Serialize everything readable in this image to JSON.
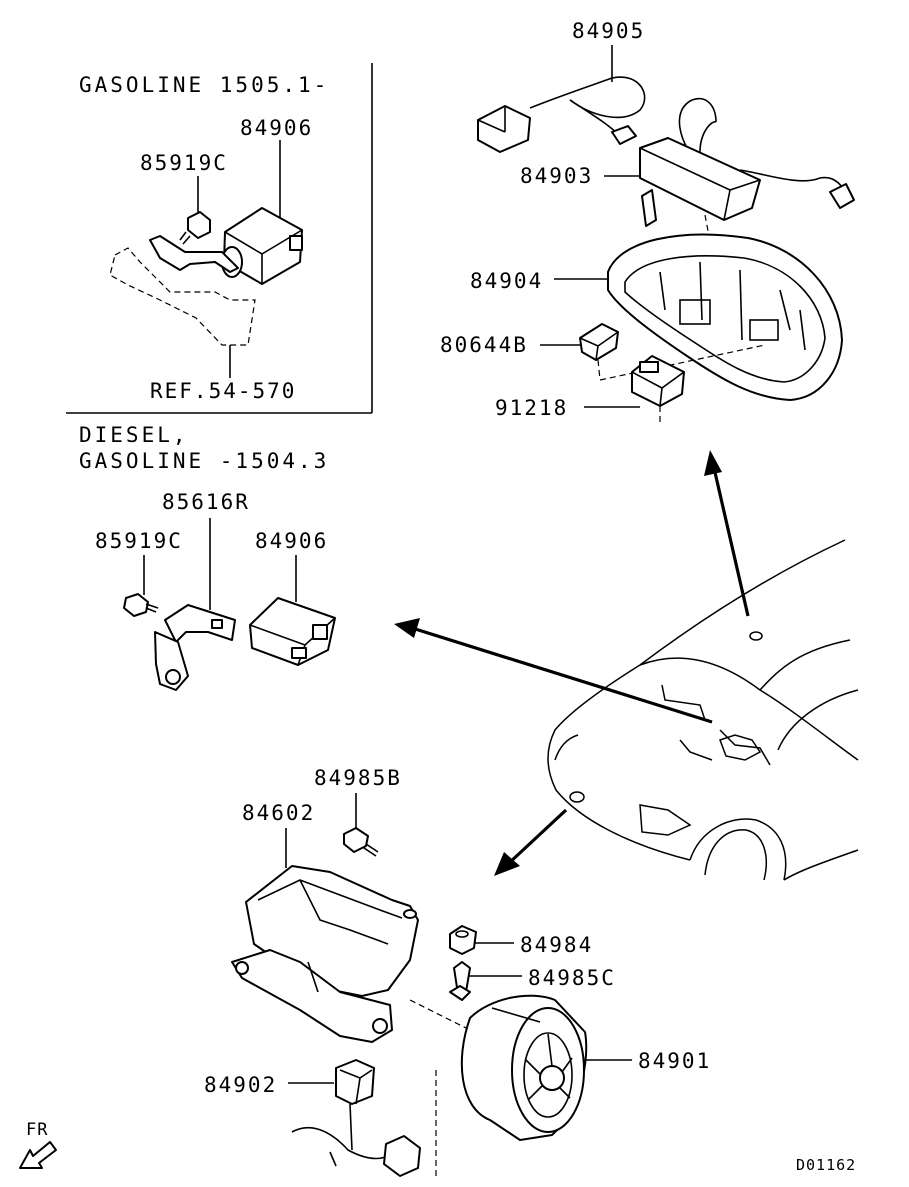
{
  "headers": {
    "gasoline_new": "GASOLINE 1505.1-",
    "diesel_line1": "DIESEL,",
    "diesel_line2": "GASOLINE -1504.3"
  },
  "labels": {
    "p84905": "84905",
    "p84903": "84903",
    "p84904": "84904",
    "p80644B": "80644B",
    "p91218": "91218",
    "p84906_top": "84906",
    "p85919C_top": "85919C",
    "ref": "REF.54-570",
    "p85616R": "85616R",
    "p85919C_mid": "85919C",
    "p84906_mid": "84906",
    "p84985B": "84985B",
    "p84602": "84602",
    "p84984": "84984",
    "p84985C": "84985C",
    "p84901": "84901",
    "p84902": "84902"
  },
  "orientation": "FR",
  "drawing_code": "D01162",
  "icons": [
    "front-direction-arrow-icon",
    "vehicle-outline"
  ]
}
